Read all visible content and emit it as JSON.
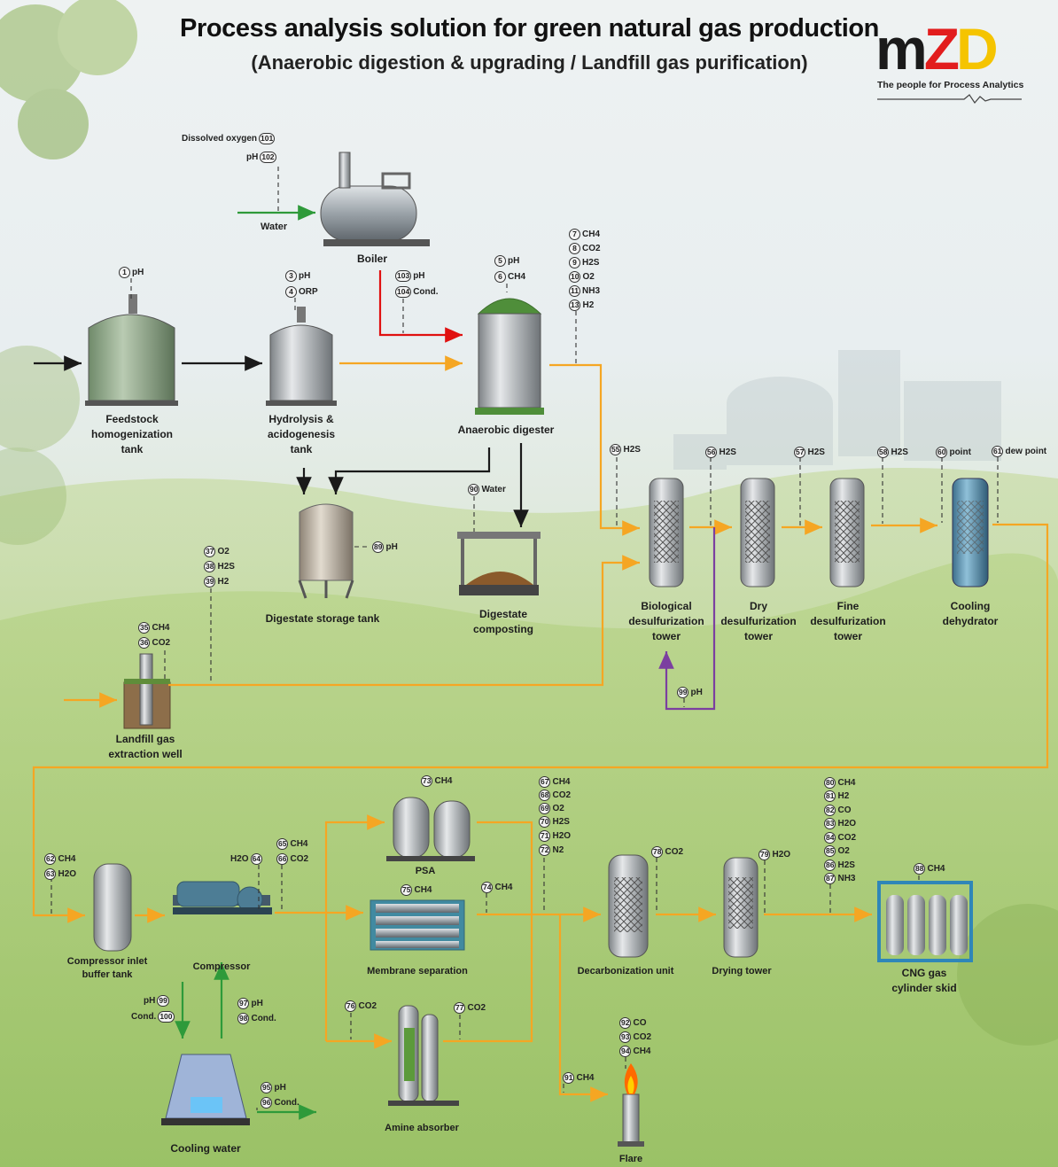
{
  "header": {
    "title": "Process analysis solution for green natural gas production",
    "subtitle": "(Anaerobic digestion & upgrading / Landfill gas purification)"
  },
  "logo": {
    "letters": [
      "m",
      "Z",
      "D"
    ],
    "letter_colors": [
      "#1a1a1a",
      "#e21d1d",
      "#f5c400"
    ],
    "tagline": "The people for Process Analytics"
  },
  "colors": {
    "feed": "#1a1a1a",
    "biogas": "#f5a623",
    "hot_water": "#e01010",
    "water": "#2e9a3a",
    "recycle": "#7b3fa0"
  },
  "equipment": {
    "boiler": "Boiler",
    "feedstock_tank": "Feedstock\nhomogenization\ntank",
    "hydrolysis_tank": "Hydrolysis &\nacidogenesis\ntank",
    "digester": "Anaerobic digester",
    "digestate_storage": "Digestate storage tank",
    "digestate_composting": "Digestate\ncomposting",
    "landfill_well": "Landfill gas\nextraction well",
    "bio_desulf": "Biological\ndesulfurization\ntower",
    "dry_desulf": "Dry\ndesulfurization\ntower",
    "fine_desulf": "Fine\ndesulfurization\ntower",
    "cooling_dehydrator": "Cooling\ndehydrator",
    "compressor_buffer": "Compressor inlet\nbuffer tank",
    "compressor": "Compressor",
    "psa": "PSA",
    "membrane": "Membrane separation",
    "amine": "Amine absorber",
    "decarbonization": "Decarbonization unit",
    "drying_tower": "Drying tower",
    "cng_skid": "CNG gas\ncylinder skid",
    "cooling_water": "Cooling water",
    "flare": "Flare"
  },
  "stream_labels": {
    "boiler_water": "Water",
    "composting_water": "Water"
  },
  "tags": [
    {
      "id": "t101",
      "n": "101",
      "label": "Dissolved oxygen"
    },
    {
      "id": "t102",
      "n": "102",
      "label": "pH"
    },
    {
      "id": "t1",
      "n": "1",
      "label": "pH"
    },
    {
      "id": "t3",
      "n": "3",
      "label": "pH"
    },
    {
      "id": "t4",
      "n": "4",
      "label": "ORP"
    },
    {
      "id": "t103",
      "n": "103",
      "label": "pH"
    },
    {
      "id": "t104",
      "n": "104",
      "label": "Cond."
    },
    {
      "id": "t5",
      "n": "5",
      "label": "pH"
    },
    {
      "id": "t6",
      "n": "6",
      "label": "CH4"
    },
    {
      "id": "t7",
      "n": "7",
      "label": "CH4"
    },
    {
      "id": "t8",
      "n": "8",
      "label": "CO2"
    },
    {
      "id": "t9",
      "n": "9",
      "label": "H2S"
    },
    {
      "id": "t10",
      "n": "10",
      "label": "O2"
    },
    {
      "id": "t11",
      "n": "11",
      "label": "NH3"
    },
    {
      "id": "t13",
      "n": "13",
      "label": "H2"
    },
    {
      "id": "t55",
      "n": "55",
      "label": "H2S"
    },
    {
      "id": "t56",
      "n": "56",
      "label": "H2S"
    },
    {
      "id": "t57",
      "n": "57",
      "label": "H2S"
    },
    {
      "id": "t58",
      "n": "58",
      "label": "H2S"
    },
    {
      "id": "t60",
      "n": "60",
      "label": "point"
    },
    {
      "id": "t61",
      "n": "61",
      "label": "dew point"
    },
    {
      "id": "t90",
      "n": "90",
      "label": "Water"
    },
    {
      "id": "t89",
      "n": "89",
      "label": "pH"
    },
    {
      "id": "t37",
      "n": "37",
      "label": "O2"
    },
    {
      "id": "t38",
      "n": "38",
      "label": "H2S"
    },
    {
      "id": "t39",
      "n": "39",
      "label": "H2"
    },
    {
      "id": "t35",
      "n": "35",
      "label": "CH4"
    },
    {
      "id": "t36",
      "n": "36",
      "label": "CO2"
    },
    {
      "id": "t99a",
      "n": "99",
      "label": "pH"
    },
    {
      "id": "t62",
      "n": "62",
      "label": "CH4"
    },
    {
      "id": "t63",
      "n": "63",
      "label": "H2O"
    },
    {
      "id": "t64",
      "n": "64",
      "label": "H2O"
    },
    {
      "id": "t65",
      "n": "65",
      "label": "CH4"
    },
    {
      "id": "t66",
      "n": "66",
      "label": "CO2"
    },
    {
      "id": "t73",
      "n": "73",
      "label": "CH4"
    },
    {
      "id": "t67",
      "n": "67",
      "label": "CH4"
    },
    {
      "id": "t68",
      "n": "68",
      "label": "CO2"
    },
    {
      "id": "t69",
      "n": "69",
      "label": "O2"
    },
    {
      "id": "t70",
      "n": "70",
      "label": "H2S"
    },
    {
      "id": "t71",
      "n": "71",
      "label": "H2O"
    },
    {
      "id": "t72",
      "n": "72",
      "label": "N2"
    },
    {
      "id": "t75",
      "n": "75",
      "label": "CH4"
    },
    {
      "id": "t74",
      "n": "74",
      "label": "CH4"
    },
    {
      "id": "t78",
      "n": "78",
      "label": "CO2"
    },
    {
      "id": "t79",
      "n": "79",
      "label": "H2O"
    },
    {
      "id": "t80",
      "n": "80",
      "label": "CH4"
    },
    {
      "id": "t81",
      "n": "81",
      "label": "H2"
    },
    {
      "id": "t82",
      "n": "82",
      "label": "CO"
    },
    {
      "id": "t83",
      "n": "83",
      "label": "H2O"
    },
    {
      "id": "t84",
      "n": "84",
      "label": "CO2"
    },
    {
      "id": "t85",
      "n": "85",
      "label": "O2"
    },
    {
      "id": "t86",
      "n": "86",
      "label": "H2S"
    },
    {
      "id": "t87",
      "n": "87",
      "label": "NH3"
    },
    {
      "id": "t88",
      "n": "88",
      "label": "CH4"
    },
    {
      "id": "t99b",
      "n": "99",
      "label": "pH"
    },
    {
      "id": "t100",
      "n": "100",
      "label": "Cond."
    },
    {
      "id": "t97",
      "n": "97",
      "label": "pH"
    },
    {
      "id": "t98",
      "n": "98",
      "label": "Cond."
    },
    {
      "id": "t76",
      "n": "76",
      "label": "CO2"
    },
    {
      "id": "t77",
      "n": "77",
      "label": "CO2"
    },
    {
      "id": "t92",
      "n": "92",
      "label": "CO"
    },
    {
      "id": "t93",
      "n": "93",
      "label": "CO2"
    },
    {
      "id": "t94",
      "n": "94",
      "label": "CH4"
    },
    {
      "id": "t91",
      "n": "91",
      "label": "CH4"
    },
    {
      "id": "t95",
      "n": "95",
      "label": "pH"
    },
    {
      "id": "t96",
      "n": "96",
      "label": "Cond."
    }
  ]
}
